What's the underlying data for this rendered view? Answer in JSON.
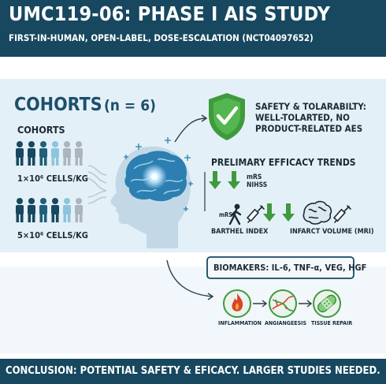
{
  "header": {
    "title": "UMC119-06: PHASE I AIS STUDY",
    "subtitle": "FIRST-IN-HUMAN, OPEN-LABEL, DOSE-ESCALATION (NCT04097652)"
  },
  "cohorts": {
    "title": "COHORTS",
    "n_label": "(n = 6)",
    "subheading": "COHORTS",
    "dose_low": "1×10⁶ CELLS/KG",
    "dose_high": "5×10⁶ CELLS/KG"
  },
  "safety": {
    "line1": "SAFETY & TOLARABILTY:",
    "line2": "WELL-TOLARTED, NO",
    "line3": "PRODUCT-RELATED AES"
  },
  "efficacy": {
    "title": "PRELIMARY EFFICACY TRENDS",
    "mrs_top": "mRS",
    "nihss": "NIHSS",
    "mrs_small": "mRS",
    "barthel": "BARTHEL INDEX",
    "infarct": "INFARCT VOLUME (MRI)"
  },
  "biomarkers": {
    "label": "BIOMAKERS: IL-6, TNF-α, VEG, HGF",
    "items": [
      "INFLAMMATION",
      "ANGIANGEESIS",
      "TISSUE REPAIR"
    ]
  },
  "conclusion": "CONCLUSION: POTENTIAL SAFETY & EFICACY. LARGER STUDIES NEEDED.",
  "colors": {
    "navy": "#17485f",
    "green": "#3f9a3d",
    "light_band": "#e4f0f7",
    "brain_blue": "#2c7fb0"
  }
}
